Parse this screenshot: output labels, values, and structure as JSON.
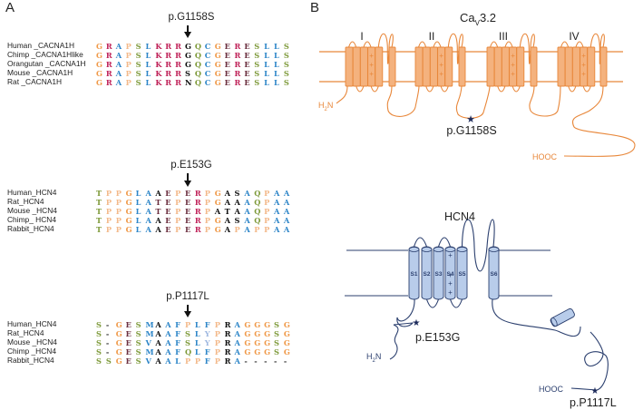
{
  "panels": {
    "a_label": "A",
    "b_label": "B"
  },
  "colors": {
    "aa": {
      "G": "#F09A4A",
      "P": "#F3B98A",
      "A": "#2E86C8",
      "R": "#C0245A",
      "K": "#C0245A",
      "S": "#7E9A3A",
      "T": "#7E9A3A",
      "Q": "#7E9A3A",
      "N": "#111111",
      "L": "#2E86C8",
      "M": "#2E86C8",
      "V": "#2E86C8",
      "F": "#2E86C8",
      "Y": "#9FB8E0",
      "C": "#2E86C8",
      "E": "#6B2F3F",
      "D": "#6B2F3F",
      "-": "#333333"
    },
    "aa_highlight_black": "#111111",
    "cav_fill": "#F4B27E",
    "cav_stroke": "#E8873A",
    "hcn_fill": "#B8CCEA",
    "hcn_stroke": "#2B3F6E",
    "star": "#1C2A5A"
  },
  "alignments": [
    {
      "mutation": "p.G1158S",
      "rows": [
        {
          "label": "Human _CACNA1H",
          "seq": "GRAPSLKRRGQCGERESLLS"
        },
        {
          "label": "Chimp _CACNA1Hlike",
          "seq": "GRAPSLKRRGQCGERESLLS"
        },
        {
          "label": "Orangutan _CACNA1H",
          "seq": "GRAPSLKRRGQCGERESLLS"
        },
        {
          "label": "Mouse _CACNA1H",
          "seq": "GRAPSLKRRSQCGERESLLS"
        },
        {
          "label": "Rat _CACNA1H",
          "seq": "GRAPSLKRRNQCGERESLLS"
        }
      ],
      "black_positions": [
        9
      ]
    },
    {
      "mutation": "p.E153G",
      "rows": [
        {
          "label": "Human_HCN4",
          "seq": "TPPGLAAEPERPGASAQPAA"
        },
        {
          "label": "Rat_HCN4",
          "seq": "TPPGLATEPERPGAAAQPAA"
        },
        {
          "label": "Mouse _HCN4",
          "seq": "TPPGLATEPERPATAAQPAA"
        },
        {
          "label": "Chimp_ HCN4",
          "seq": "TPPGLAAEPERPGASAQPAA"
        },
        {
          "label": "Rabbit_HCN4",
          "seq": "TPPGLAAEPERPGAPAPPAA"
        }
      ],
      "black_positions": [
        6,
        10,
        13,
        14
      ]
    },
    {
      "mutation": "p.P1117L",
      "rows": [
        {
          "label": "Human_HCN4",
          "seq": "S-GESMAAFPLFPRAGGGSG"
        },
        {
          "label": "Rat_HCN4",
          "seq": "S-GESMAAFSLYPRAGGGSG"
        },
        {
          "label": "Mouse _HCN4",
          "seq": "S-GESVAAFSLYPRAGGGSG"
        },
        {
          "label": "Chimp _HCN4",
          "seq": "S-GESMAAFQLFPRAGGGSG"
        },
        {
          "label": "Rabbit_HCN4",
          "seq": "SSGESVAALPPFPRA-----"
        }
      ],
      "black_positions": [
        6,
        13
      ]
    }
  ],
  "cav32": {
    "title_main": "Ca",
    "title_sub": "V",
    "title_rest": "3.2",
    "domains": [
      "I",
      "II",
      "III",
      "IV"
    ],
    "voltage_sensor_charges": [
      "+",
      "+",
      "+"
    ],
    "n_terminus": "H",
    "n_terminus_sub": "2",
    "n_terminus_rest": "N",
    "c_terminus": "HOOC",
    "mutation": "p.G1158S"
  },
  "hcn4": {
    "title": "HCN4",
    "segments": [
      "S1",
      "S2",
      "S3",
      "S4",
      "S5",
      "S6"
    ],
    "voltage_sensor_charges": [
      "+",
      "+",
      "+",
      "+"
    ],
    "n_terminus": "H",
    "n_terminus_sub": "2",
    "n_terminus_rest": "N",
    "c_terminus": "HOOC",
    "mutation_n": "p.E153G",
    "mutation_c": "p.P1117L"
  }
}
